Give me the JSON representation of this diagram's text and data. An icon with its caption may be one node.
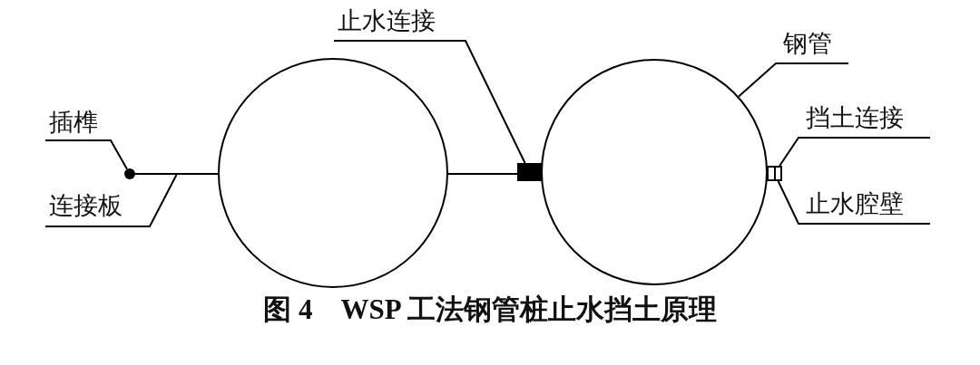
{
  "diagram": {
    "caption": "图 4　WSP 工法钢管桩止水挡土原理",
    "nodes": [
      {
        "text": [
          "止水连接"
        ]
      },
      {
        "text": [
          "钢管"
        ]
      },
      {
        "text": [
          "插榫"
        ]
      },
      {
        "text": [
          "挡土连接"
        ]
      },
      {
        "text": [
          "连接板"
        ]
      },
      {
        "text": [
          "止水腔壁"
        ]
      },
      {
        "text": [],
        "shape": "circle"
      },
      {
        "text": [],
        "shape": "bar"
      },
      {
        "text": [],
        "shape": "circle"
      },
      {
        "text": [],
        "shape": "bar"
      },
      {
        "text": [],
        "shape": "box"
      },
      {
        "text": [],
        "shape": "circle"
      },
      {
        "text": [],
        "shape": "box"
      }
    ],
    "edges": [
      {
        "from": 2,
        "to": 6,
        "arrow": "none"
      },
      {
        "from": 4,
        "to": 7,
        "arrow": "none"
      },
      {
        "from": 0,
        "to": 10,
        "arrow": "none"
      },
      {
        "from": 1,
        "to": 11,
        "arrow": "none"
      },
      {
        "from": 3,
        "to": 12,
        "arrow": "none"
      },
      {
        "from": 5,
        "to": 12,
        "arrow": "none"
      }
    ]
  }
}
